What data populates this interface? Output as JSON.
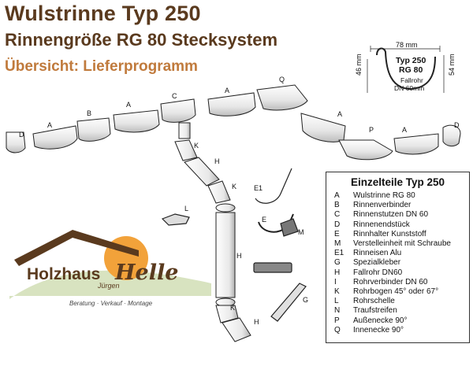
{
  "header": {
    "title": "Wulstrinne Typ 250",
    "subtitle": "Rinnengröße RG 80 Stecksystem",
    "overview": "Übersicht: Lieferprogramm"
  },
  "profile": {
    "width_label": "78 mm",
    "left_height_label": "46 mm",
    "right_height_label": "54 mm",
    "type_label": "Typ 250",
    "size_label": "RG 80",
    "downpipe_label_1": "Fallrohr",
    "downpipe_label_2": "DN 60mm"
  },
  "part_labels": {
    "A": "A",
    "B": "B",
    "C": "C",
    "D": "D",
    "E": "E",
    "E1": "E1",
    "G": "G",
    "H": "H",
    "K": "K",
    "L": "L",
    "M": "M",
    "P": "P",
    "Q": "Q"
  },
  "legend": {
    "title": "Einzelteile Typ 250",
    "items": [
      {
        "key": "A",
        "label": "Wulstrinne RG 80"
      },
      {
        "key": "B",
        "label": "Rinnenverbinder"
      },
      {
        "key": "C",
        "label": "Rinnenstutzen DN 60"
      },
      {
        "key": "D",
        "label": "Rinnenendstück"
      },
      {
        "key": "E",
        "label": "Rinnhalter Kunststoff"
      },
      {
        "key": "M",
        "label": "Verstelleinheit mit Schraube"
      },
      {
        "key": "E1",
        "label": "Rinneisen Alu"
      },
      {
        "key": "G",
        "label": "Spezialkleber"
      },
      {
        "key": "H",
        "label": "Fallrohr DN60"
      },
      {
        "key": "I",
        "label": "Rohrverbinder DN 60"
      },
      {
        "key": "K",
        "label": "Rohrbogen 45° oder 67°"
      },
      {
        "key": "L",
        "label": "Rohrschelle"
      },
      {
        "key": "N",
        "label": "Traufstreifen"
      },
      {
        "key": "P",
        "label": "Außenecke 90°"
      },
      {
        "key": "Q",
        "label": "Innenecke 90°"
      }
    ]
  },
  "brand": {
    "name_part1": "Holzhaus",
    "name_part2": "Helle",
    "owner": "Jürgen",
    "tagline": "Beratung · Verkauf · Montage",
    "colors": {
      "sun": "#f2a23a",
      "roof": "#5a3a1e",
      "hill": "#8fb04a"
    }
  }
}
